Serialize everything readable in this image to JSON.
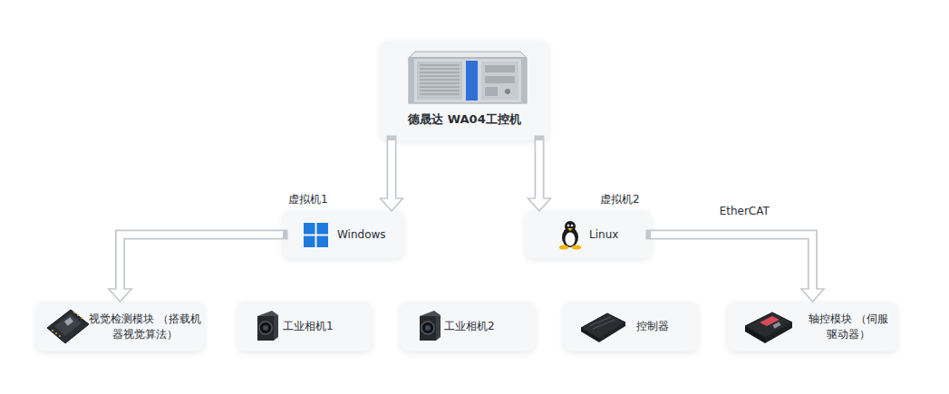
{
  "diagram": {
    "nodes": [
      {
        "text": [
          "德晟达 WA04工控机"
        ]
      },
      {
        "text": [
          "虚拟机1",
          "Windows"
        ]
      },
      {
        "text": [
          "虚拟机2",
          "Linux"
        ]
      },
      {
        "text": [
          "视觉检测模块 （搭载机器视觉算法）"
        ]
      },
      {
        "text": [
          "工业相机1"
        ]
      },
      {
        "text": [
          "工业相机2"
        ]
      },
      {
        "text": [
          "控制器"
        ]
      },
      {
        "text": [
          "轴控模块 （伺服驱动器）"
        ]
      }
    ],
    "edges": [
      {
        "from": 0,
        "to": 1,
        "arrow": "to"
      },
      {
        "from": 0,
        "to": 2,
        "arrow": "to"
      },
      {
        "from": 1,
        "to": 3,
        "arrow": "to"
      },
      {
        "from": 2,
        "to": 7,
        "label": "EtherCAT",
        "arrow": "to"
      }
    ]
  }
}
